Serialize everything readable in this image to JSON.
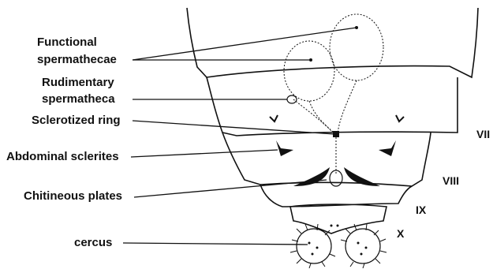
{
  "labels": {
    "functional_line1": "Functional",
    "functional_line2": "spermathecae",
    "rudimentary_line1": "Rudimentary",
    "rudimentary_line2": "spermatheca",
    "sclerotized_ring": "Sclerotized ring",
    "abdominal_sclerites": "Abdominal sclerites",
    "chitineous_plates": "Chitineous plates",
    "cercus": "cercus"
  },
  "segments": {
    "vii": "VII",
    "viii": "VIII",
    "ix": "IX",
    "x": "X"
  },
  "colors": {
    "ink": "#111111",
    "background": "#ffffff"
  }
}
